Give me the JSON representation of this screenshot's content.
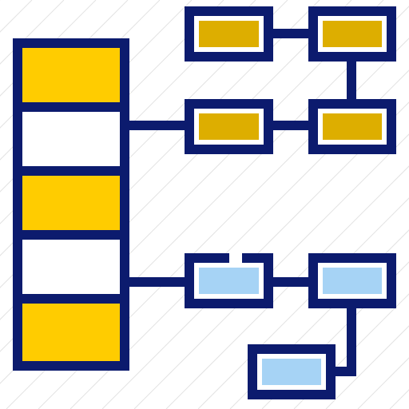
{
  "colors": {
    "outline": "#0c1b6e",
    "gold_fill": "#ffcc00",
    "inner_gold": "#ddae00",
    "inner_blue": "#a6d3f5",
    "white": "#ffffff",
    "background_hatch": "#e3e3e3"
  },
  "icon": {
    "name": "sitemap-hierarchy-icon",
    "stack_segments": [
      {
        "name": "stack-segment-1",
        "fill": "gold"
      },
      {
        "name": "stack-segment-2",
        "fill": "white"
      },
      {
        "name": "stack-segment-3",
        "fill": "gold"
      },
      {
        "name": "stack-segment-4",
        "fill": "white"
      },
      {
        "name": "stack-segment-5",
        "fill": "gold"
      }
    ],
    "node_groups": [
      {
        "name": "upper-node-group",
        "accent": "gold",
        "node_count": 4
      },
      {
        "name": "lower-node-group",
        "accent": "blue",
        "node_count": 3
      }
    ]
  }
}
